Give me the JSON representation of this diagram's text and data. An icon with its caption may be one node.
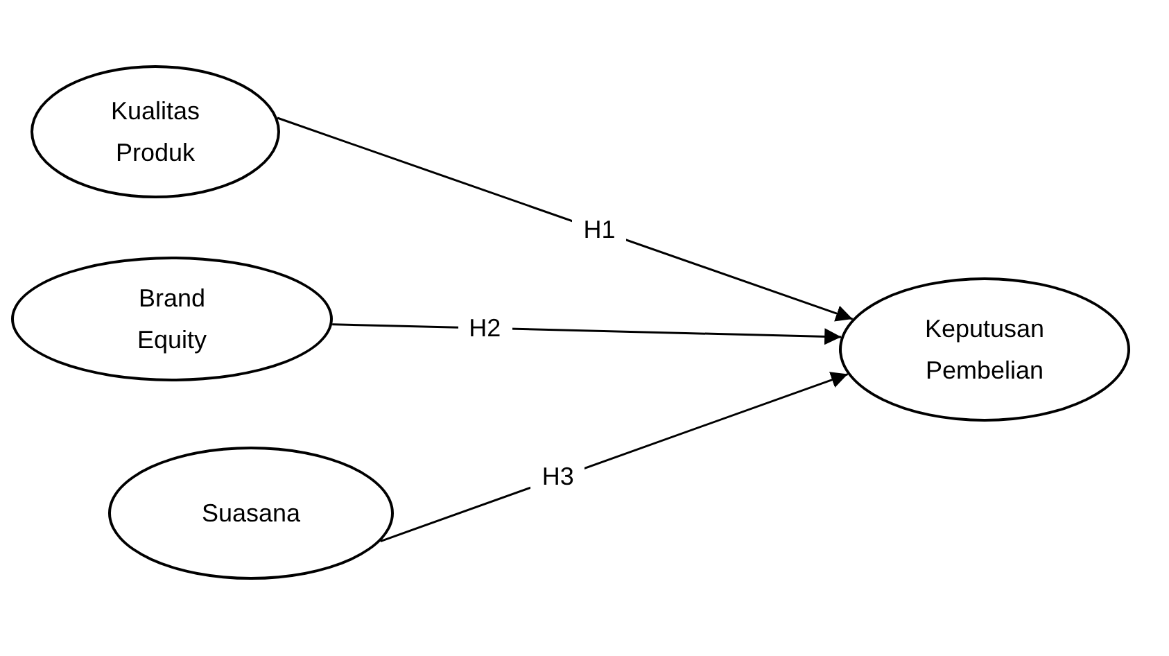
{
  "diagram": {
    "nodes": [
      {
        "text": [
          "Kualitas Produk"
        ]
      },
      {
        "text": [
          "Brand Equity"
        ]
      },
      {
        "text": [
          "Suasana"
        ]
      },
      {
        "text": [
          "Keputusan Pembelian"
        ]
      }
    ],
    "edges": [
      {
        "from": 0,
        "to": 3,
        "arrow": "to",
        "label": "H1"
      },
      {
        "from": 1,
        "to": 3,
        "arrow": "to",
        "label": "H2"
      },
      {
        "from": 2,
        "to": 3,
        "arrow": "to",
        "label": "H3"
      }
    ]
  }
}
